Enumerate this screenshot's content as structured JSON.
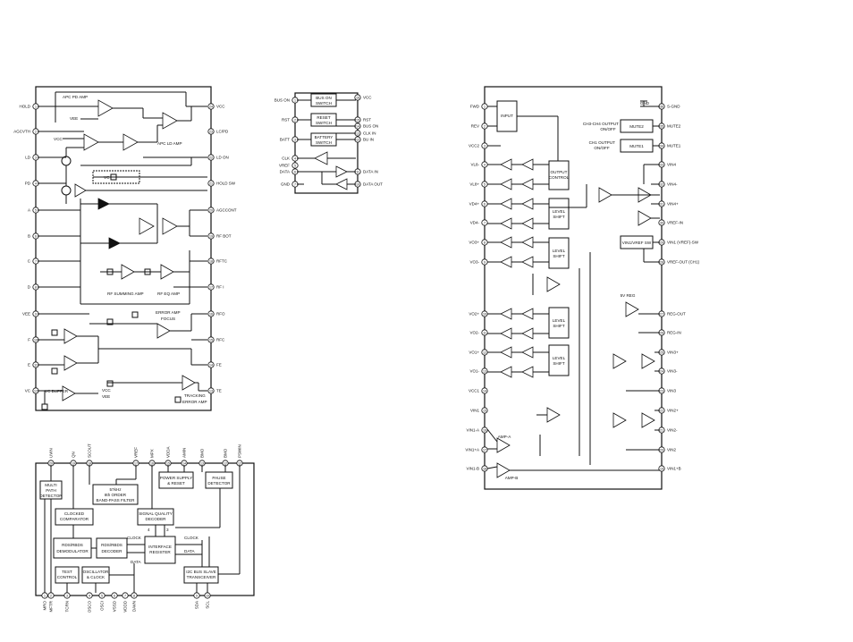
{
  "diagram1": {
    "left_pins": [
      "HOLD",
      "AGCVTH",
      "LD",
      "PD",
      "A",
      "B",
      "C",
      "D",
      "VEE",
      "F",
      "E",
      "VC"
    ],
    "right_pins": [
      "VCC",
      "LC/PD",
      "LD ON",
      "HOLD SW",
      "AGCCONT",
      "RF BOT",
      "RFTC",
      "RF I",
      "RFO",
      "RFC",
      "FE",
      "TE"
    ],
    "labels": {
      "apc_pd_amp": "APC PD AMP",
      "apc_ld_amp": "APC LD AMP",
      "vee": "VEE",
      "vcc": "VCC",
      "vc": "VC",
      "rf_summing_amp": "RF SUMMING AMP",
      "rf_eq_amp": "RF EQ AMP",
      "error_amp": "ERROR AMP",
      "focus": "FOCUS",
      "tracking": "TRACKING",
      "error_amp2": "ERROR AMP",
      "vc_buffer": "VC BUFFER",
      "vcc2": "VCC",
      "vee2": "VEE"
    }
  },
  "diagram2": {
    "left_pins": [
      "BUS ON",
      "RST",
      "BATT",
      "CLK",
      "VREF",
      "DATA",
      "GND"
    ],
    "right_pins": [
      "VCC",
      "RST",
      "BUS ON",
      "CLK IN",
      "BU IN",
      "DATA IN",
      "DATA OUT"
    ],
    "blocks": {
      "bus_on_switch_1": "BUS ON",
      "bus_on_switch_2": "SWITCH",
      "reset_switch_1": "RESET",
      "reset_switch_2": "SWITCH",
      "battery_switch_1": "BATTERY",
      "battery_switch_2": "SWITCH"
    }
  },
  "diagram3": {
    "left_pins": [
      "FWD",
      "REV",
      "VCC2",
      "VL8-",
      "VL8+",
      "VD4+",
      "VD4-",
      "VO3+",
      "VO3-",
      "VO2+",
      "VO2-",
      "VO1+",
      "VO1-",
      "VCC1",
      "VIN1",
      "VIN1-A",
      "VIN1+A",
      "VIN1-B"
    ],
    "right_pins": [
      "S-GND",
      "MUTE2",
      "MUTE1",
      "VIN4",
      "VIN4-",
      "VIN4+",
      "VREF-IN",
      "VIN1 (VREF)-SW",
      "VREF-OUT (CH1)",
      "REG-OUT",
      "REG-IN",
      "VIN3+",
      "VIN3-",
      "VIN3",
      "VIN2+",
      "VIN2-",
      "VIN2",
      "VIN1+B"
    ],
    "blocks": {
      "input": "INPUT",
      "gnd": "GND",
      "ch3_label_1": "CH3-CH4 OUTPUT",
      "ch3_label_2": "ON/OFF",
      "ch1_label_1": "CH1 OUTPUT",
      "ch1_label_2": "ON/OFF",
      "mute2": "MUTE2",
      "mute1": "MUTE1",
      "output_control_1": "OUTPUT",
      "output_control_2": "CONTROL",
      "level_shift_1": "LEVEL",
      "level_shift_2": "SHIFT",
      "vin_vref_sw": "VIN1/VREF SW",
      "reg_5v": "5V REG",
      "amp_a": "AMP-A",
      "amp_b": "AMP-B"
    }
  },
  "diagram4": {
    "top_pins": [
      "UVIN",
      "QN",
      "SCOUT",
      "VREF",
      "MPX",
      "VDDA",
      "AMIN",
      "BMO",
      "PSWIN"
    ],
    "bottom_pins": [
      "MRO",
      "MFTR",
      "TCRN",
      "OSCO",
      "OSCI",
      "VSSD",
      "VDDD",
      "DAVN",
      "SDA",
      "SCL"
    ],
    "blocks": {
      "multipath_1": "MULTI",
      "multipath_2": "PATH",
      "multipath_3": "DETECTOR",
      "bpf_1": "57kHz",
      "bpf_2": "8th ORDER",
      "bpf_3": "BAND-PASS FILTER",
      "psu_1": "POWER SUPPLY",
      "psu_2": "& RESET",
      "pause_1": "PAUSE",
      "pause_2": "DETECTOR",
      "clocked_1": "CLOCKED",
      "clocked_2": "COMPARATOR",
      "sq_1": "SIGNAL QUALITY",
      "sq_2": "DECODER",
      "demod_1": "RDS/RBDS",
      "demod_2": "DEMODULATOR",
      "dec_1": "RDS/RBDS",
      "dec_2": "DECODER",
      "intf_1": "INTERFACE",
      "intf_2": "REGISTER",
      "test_1": "TEST",
      "test_2": "CONTROL",
      "osc_1": "OSCILLATOR",
      "osc_2": "& CLOCK",
      "i2c_1": "I2C BUS SLAVE",
      "i2c_2": "TRANSCEIVER",
      "clock_l": "CLOCK",
      "clock_r": "CLOCK",
      "data_l": "DATA",
      "data_r": "DATA",
      "num_4": "4",
      "num_3": "3"
    }
  }
}
